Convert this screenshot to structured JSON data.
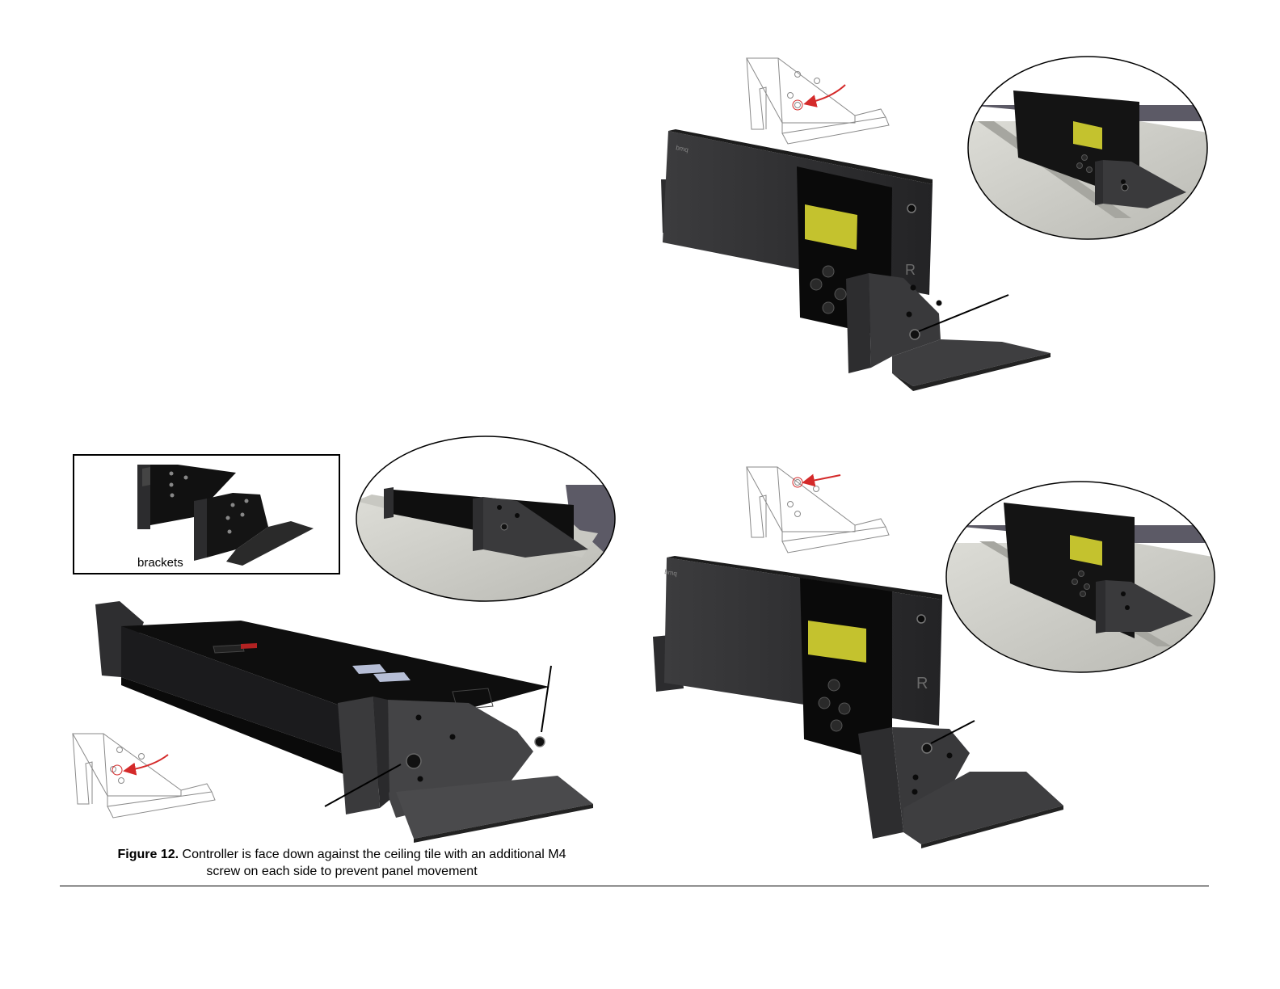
{
  "inset": {
    "label": "brackets"
  },
  "figure": {
    "number": "Figure 12.",
    "caption_line1": "Controller is face down against the ceiling tile with an additional M4",
    "caption_line2": "screw on each side to prevent panel movement"
  },
  "controller_panel": {
    "brand_mark": "bmq",
    "side_letter": "R"
  },
  "colors": {
    "body": "#2e2e30",
    "face": "#0a0a0a",
    "display": "#c4c22e",
    "bracket": "#3a3a3c",
    "tile": "#cfcfca",
    "arrow": "#d42a2a"
  }
}
